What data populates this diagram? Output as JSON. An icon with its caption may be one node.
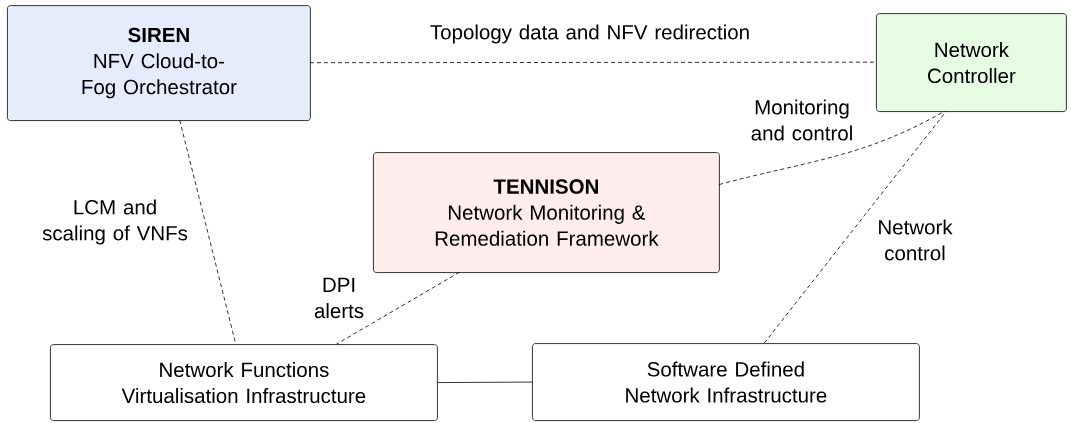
{
  "diagram": {
    "nodes": [
      {
        "text": [
          "SIREN",
          "NFV Cloud-to-Fog Orchestrator"
        ]
      },
      {
        "text": [
          "Network Controller"
        ]
      },
      {
        "text": [
          "TENNISON",
          "Network Monitoring & Remediation Framework"
        ]
      },
      {
        "text": [
          "Network Functions Virtualisation Infrastructure"
        ]
      },
      {
        "text": [
          "Software Defined Network Infrastructure"
        ]
      }
    ],
    "edges": [
      {
        "from": 0,
        "to": 1,
        "arrow": "none",
        "style": "dashed",
        "label": "Topology data and NFV redirection"
      },
      {
        "from": 2,
        "to": 1,
        "arrow": "none",
        "style": "dashed",
        "label": "Monitoring and control"
      },
      {
        "from": 4,
        "to": 1,
        "arrow": "none",
        "style": "dashed",
        "label": "Network control"
      },
      {
        "from": 0,
        "to": 3,
        "arrow": "none",
        "style": "dashed",
        "label": "LCM and scaling of VNFs"
      },
      {
        "from": 2,
        "to": 3,
        "arrow": "none",
        "style": "dashed",
        "label": "DPI alerts"
      },
      {
        "from": 3,
        "to": 4,
        "arrow": "none"
      }
    ]
  }
}
